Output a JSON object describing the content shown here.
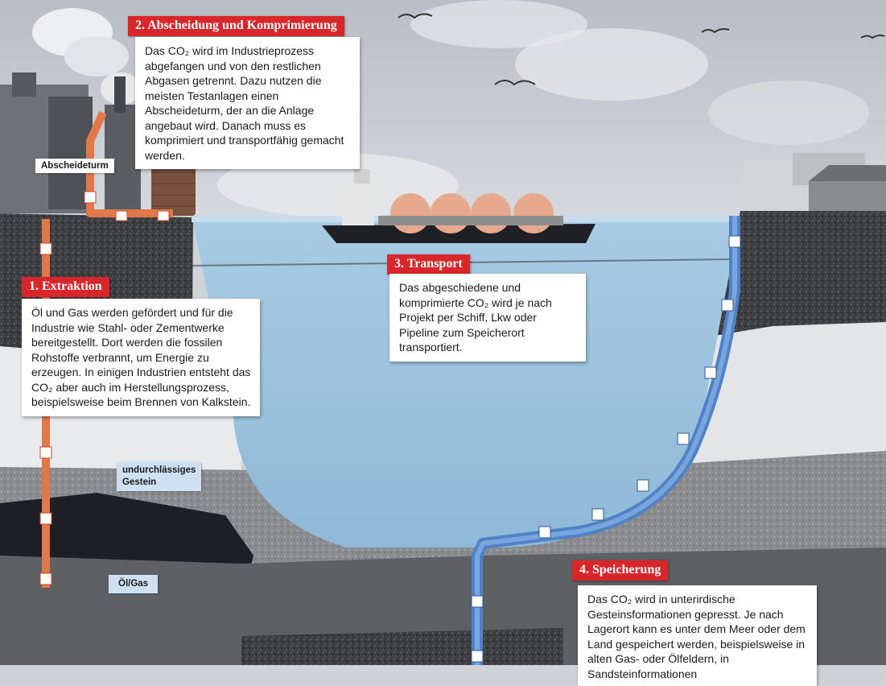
{
  "title": "Abscheidetechnologie",
  "colors": {
    "accent_red": "#d9262a",
    "pipe_orange": "#e0784a",
    "pipe_blue": "#5b8ed0",
    "water": "#9fc4df"
  },
  "steps": [
    {
      "tag": "1. Extraktion",
      "text": "Öl und Gas werden gefördert und für die Industrie wie Stahl- oder Zementwerke bereitgestellt. Dort werden die fossilen Rohstoffe verbrannt, um Energie zu erzeugen. In einigen Industrien entsteht das CO₂ aber auch im Herstellungsprozess, beispielsweise beim Brennen von Kalkstein."
    },
    {
      "tag": "2. Abscheidung und Komprimierung",
      "text": "Das CO₂ wird im Industrieprozess abgefangen und von den restlichen Abgasen getrennt. Dazu nutzen die meisten Testanlagen einen Abscheideturm, der an die Anlage angebaut wird. Danach muss es komprimiert und transportfähig gemacht werden."
    },
    {
      "tag": "3. Transport",
      "text": "Das abgeschiedene und komprimierte CO₂ wird je nach Projekt per Schiff, Lkw oder Pipeline zum Speicherort transportiert."
    },
    {
      "tag": "4. Speicherung",
      "text": "Das CO₂ wird in unterirdische Gesteinsformationen gepresst. Je nach Lagerort kann es unter dem Meer oder dem Land gespeichert werden, beispielsweise in alten Gas- oder Ölfeldern, in Sandsteinformationen"
    }
  ],
  "labels": {
    "tower": "Abscheideturm",
    "rock": "undurchlässiges\nGestein",
    "oil": "Öl/Gas"
  }
}
